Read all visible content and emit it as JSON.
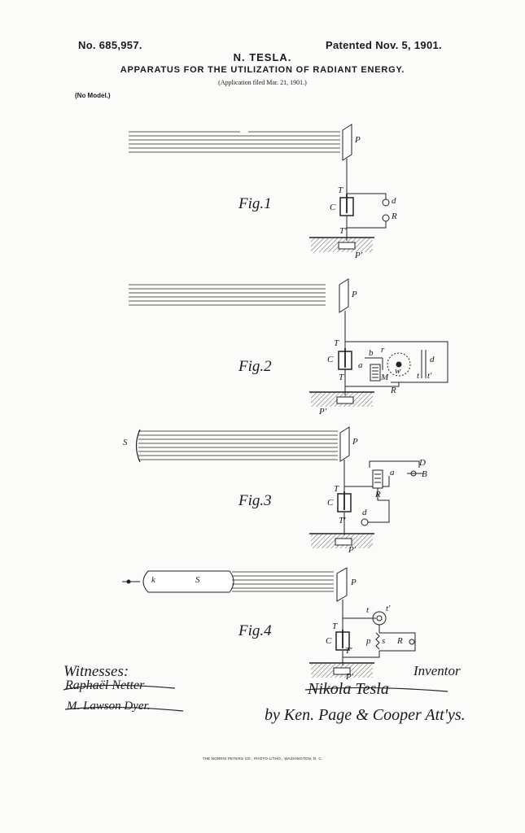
{
  "header": {
    "patent_number": "No. 685,957.",
    "patent_date": "Patented Nov. 5, 1901.",
    "inventor_name": "N. TESLA.",
    "title": "APPARATUS FOR THE UTILIZATION OF RADIANT ENERGY.",
    "application": "(Application filed Mar. 21, 1901.)",
    "model": "(No Model.)"
  },
  "figures": {
    "fig1": {
      "label": "Fig.1",
      "parts": [
        "P",
        "T",
        "C",
        "d",
        "R",
        "T'",
        "P'"
      ]
    },
    "fig2": {
      "label": "Fig.2",
      "parts": [
        "P",
        "T",
        "C",
        "a",
        "b",
        "r",
        "M",
        "w",
        "d",
        "t",
        "t'",
        "T'",
        "R",
        "P'"
      ]
    },
    "fig3": {
      "label": "Fig.3",
      "parts": [
        "S",
        "P",
        "D",
        "a",
        "B",
        "R",
        "T",
        "C",
        "d",
        "T'",
        "P'"
      ]
    },
    "fig4": {
      "label": "Fig.4",
      "parts": [
        "k",
        "S",
        "P",
        "t",
        "t'",
        "T",
        "C",
        "p",
        "s",
        "R",
        "T'",
        "P'"
      ]
    }
  },
  "signatures": {
    "witnesses_label": "Witnesses:",
    "witness1": "Raphaël Netter",
    "witness2": "M. Lawson Dyer.",
    "inventor_label": "Inventor",
    "inventor_signature": "Nikola Tesla",
    "attorneys": "by Ken. Page & Cooper Att'ys."
  },
  "footer": "THE NORRIS PETERS CO., PHOTO-LITHO., WASHINGTON, D. C."
}
